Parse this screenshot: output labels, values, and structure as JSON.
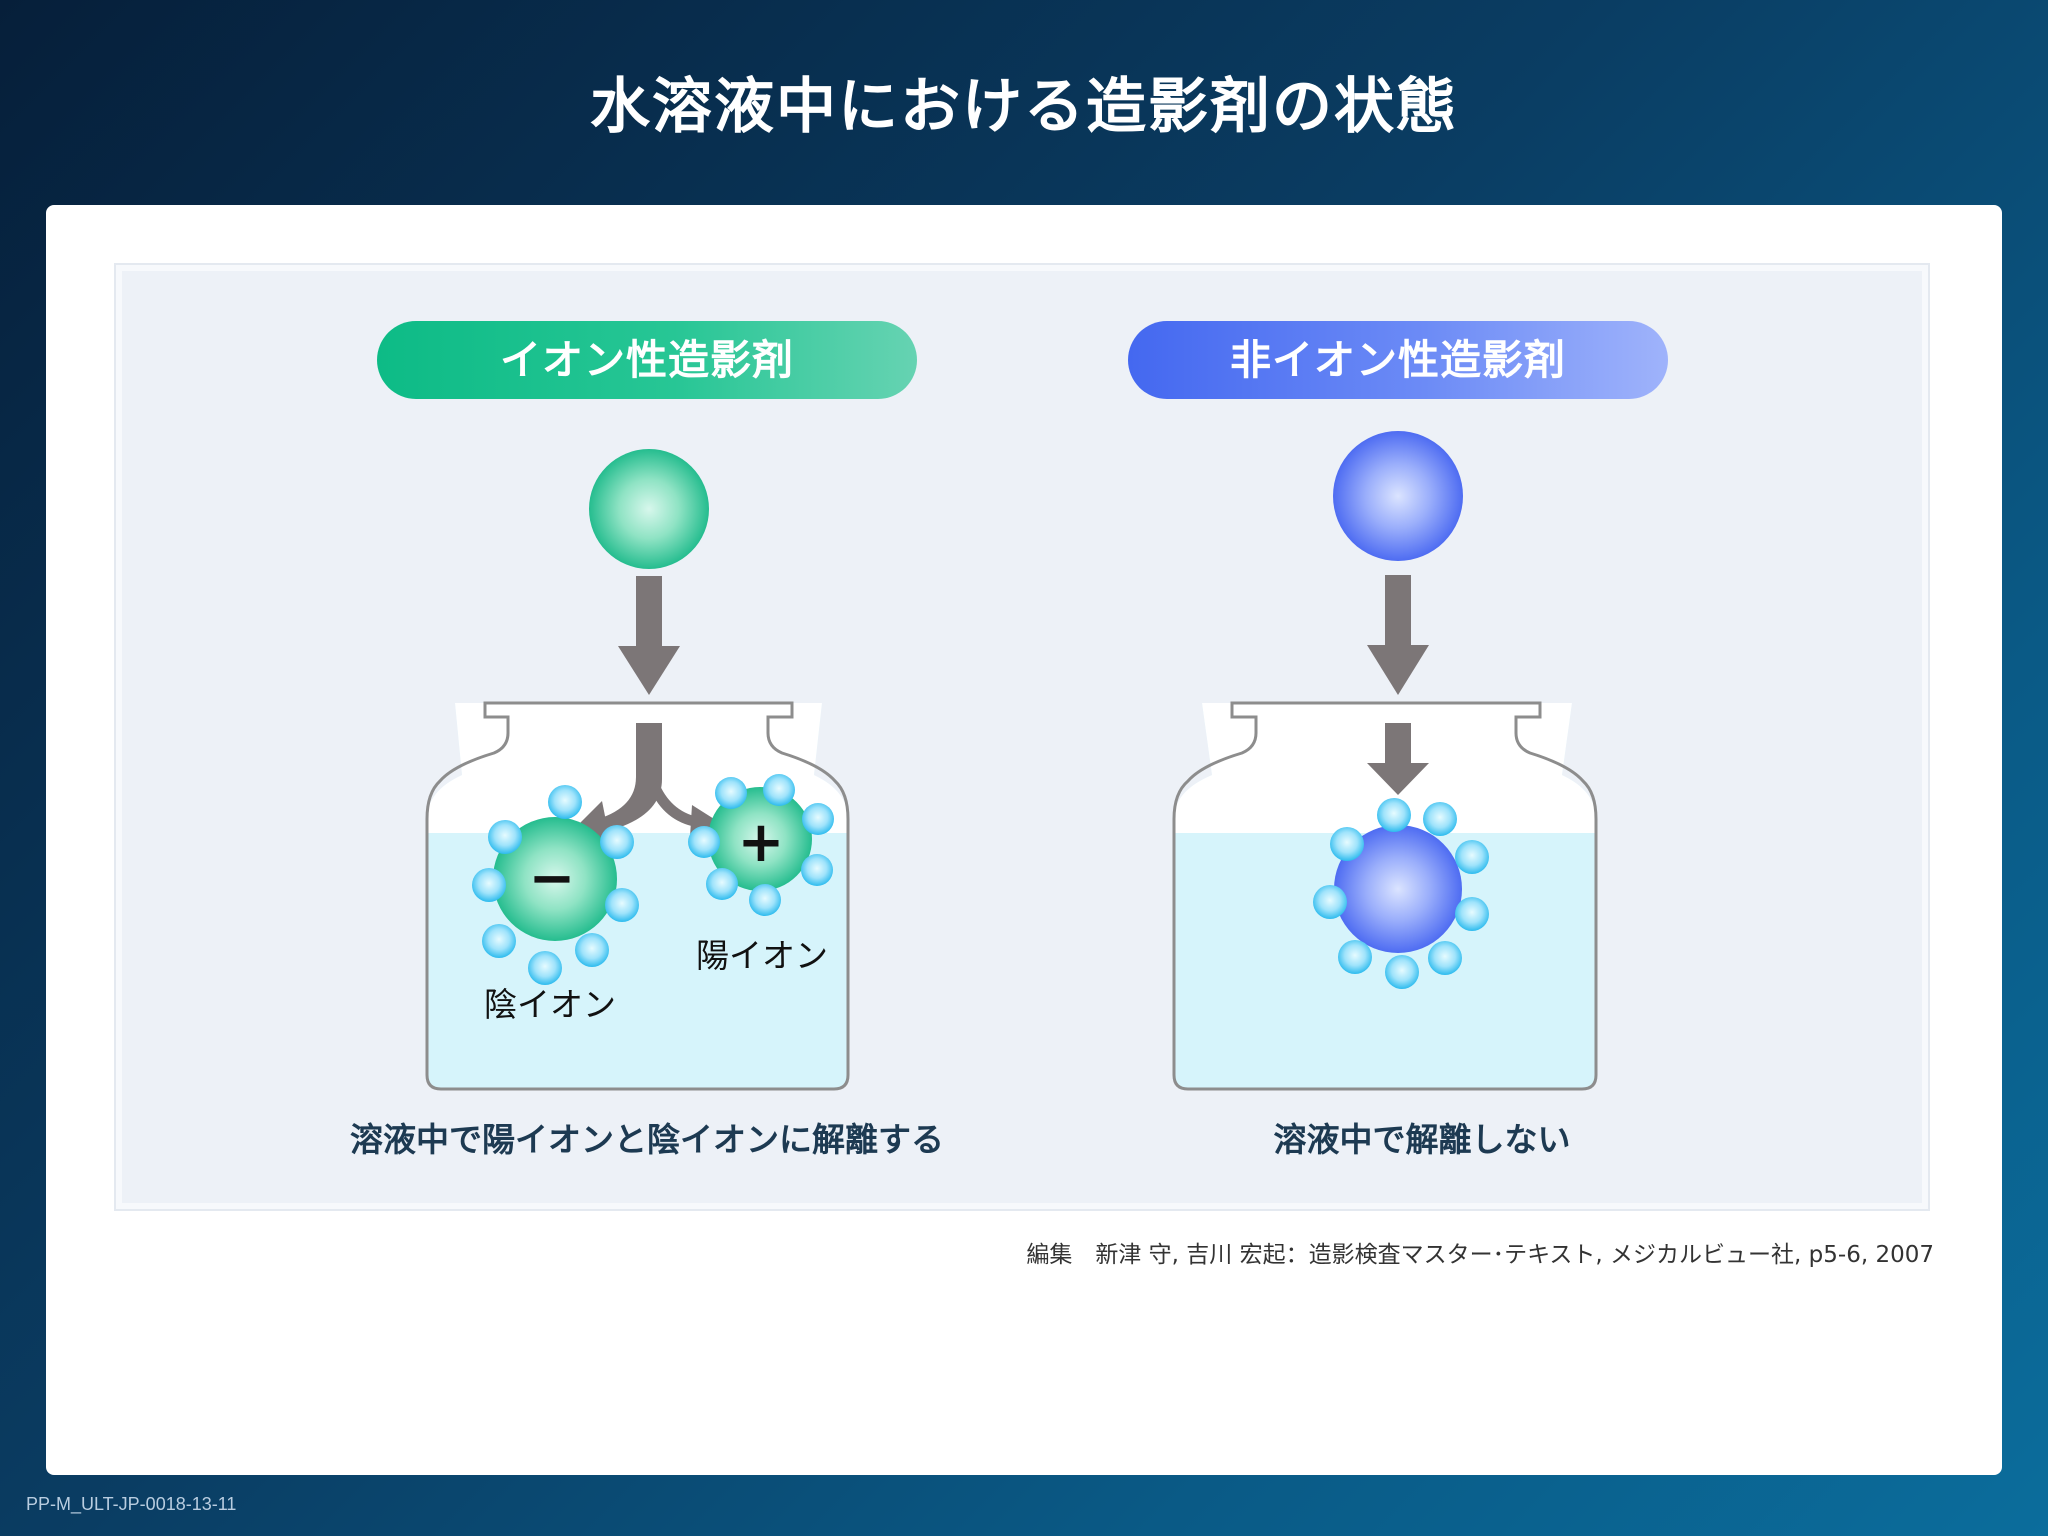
{
  "title": "水溶液中における造影剤の状態",
  "left": {
    "heading": "イオン性造影剤",
    "anion_label": "陰イオン",
    "cation_label": "陽イオン",
    "anion_sign": "−",
    "cation_sign": "+",
    "caption": "溶液中で陽イオンと陰イオンに解離する"
  },
  "right": {
    "heading": "非イオン性造影剤",
    "caption": "溶液中で解離しない"
  },
  "citation": "編集　新津 守, 吉川 宏起：造影検査マスター･テキスト, メジカルビュー社, p5-6, 2007",
  "footer_code": "PP-M_ULT-JP-0018-13-11",
  "colors": {
    "ionic_green": "#1fc08f",
    "nonionic_blue": "#5b7cf3",
    "arrow_gray": "#7c7677",
    "water": "#d6f4fb",
    "water_molecule": "#35c4f0"
  }
}
